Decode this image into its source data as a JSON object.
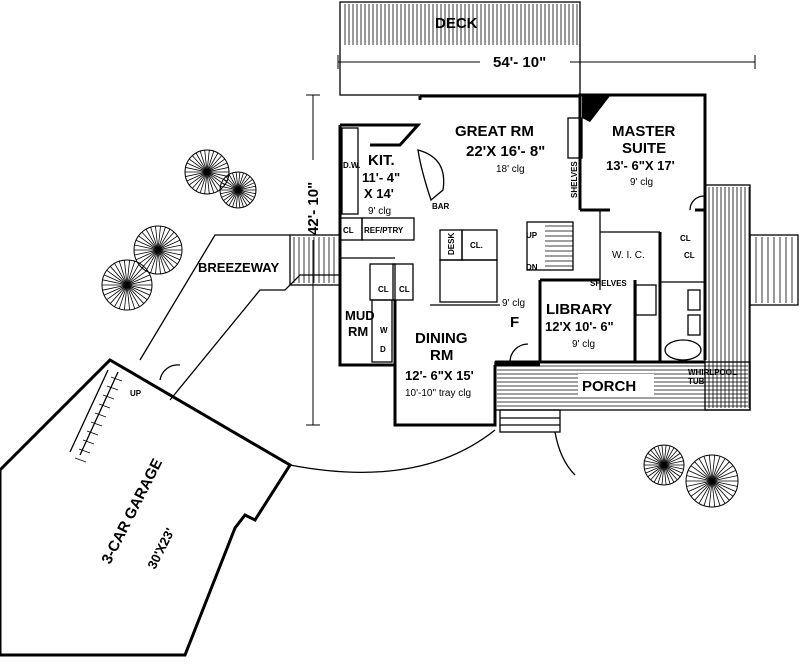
{
  "plan": {
    "deck": "DECK",
    "width_dim": "54'- 10\"",
    "depth_dim": "42'- 10\"",
    "great": {
      "name": "GREAT RM",
      "size": "22'X 16'- 8\"",
      "clg": "18' clg"
    },
    "master": {
      "name1": "MASTER",
      "name2": "SUITE",
      "size": "13'- 6\"X 17'",
      "clg": "9' clg"
    },
    "kit": {
      "name": "KIT.",
      "size1": "11'- 4\"",
      "size2": "X 14'",
      "clg": "9' clg"
    },
    "bar": "BAR",
    "refptry": "REF/PTRY",
    "cl": "CL",
    "cl_dot": "CL.",
    "desk": "DESK",
    "up": "UP",
    "dn": "DN",
    "shelves": "SHELVES",
    "wic": "W. I. C.",
    "library": {
      "name": "LIBRARY",
      "size": "12'X 10'- 6\"",
      "clg": "9' clg"
    },
    "foyer": {
      "clg": "9' clg",
      "name": "F"
    },
    "mud": {
      "name1": "MUD",
      "name2": "RM",
      "w": "W",
      "d": "D"
    },
    "dining": {
      "name1": "DINING",
      "name2": "RM",
      "size": "12'- 6\"X 15'",
      "clg": "10'-10\" tray clg"
    },
    "porch": "PORCH",
    "whirlpool1": "WHIRLPOOL",
    "whirlpool2": "TUB",
    "breezeway": "BREEZEWAY",
    "garage": {
      "name": "3-CAR GARAGE",
      "size": "30'X23'"
    },
    "dw": "D.W."
  }
}
